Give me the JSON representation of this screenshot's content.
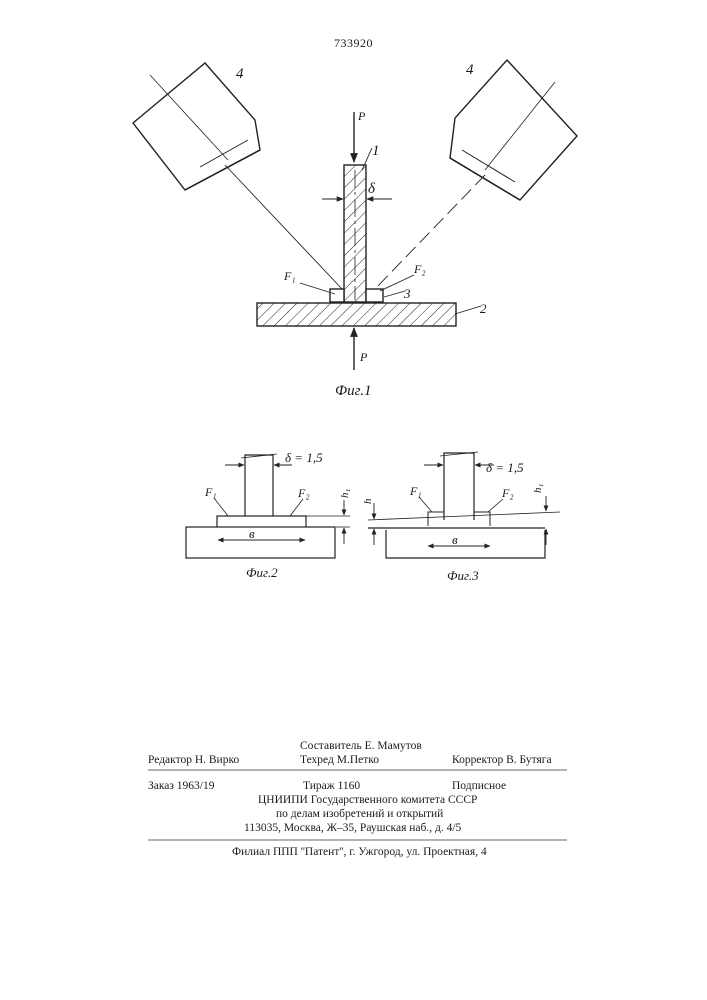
{
  "document": {
    "page_number": "733920"
  },
  "fig1": {
    "caption": "Фиг.1",
    "labels": {
      "camera_left": "4",
      "camera_right": "4",
      "force_top": "P",
      "force_bottom": "P",
      "rod": "1",
      "plate": "2",
      "weld": "3",
      "delta": "δ",
      "f1": "F₁",
      "f2": "F₂"
    }
  },
  "fig2": {
    "caption": "Фиг.2",
    "labels": {
      "delta": "δ = 1,5",
      "f1": "F₁",
      "f2": "F₂",
      "b": "в",
      "h": "h₁"
    }
  },
  "fig3": {
    "caption": "Фиг.3",
    "labels": {
      "delta": "δ = 1,5",
      "f1": "F₁",
      "f2": "F₂",
      "b": "в",
      "h_left": "h",
      "h_right": "h₁"
    }
  },
  "imprint": {
    "editor": "Редактор  Н. Вирко",
    "compiler": "Составитель  Е. Мамутов",
    "techred": "Техред  М.Петко",
    "corrector": "Корректор  В. Бутяга",
    "order": "Заказ  1963/19",
    "circulation": "Тираж  1160",
    "subscription": "Подписное",
    "org_line1": "ЦНИИПИ  Государственного  комитета  СССР",
    "org_line2": "по  делам  изобретений  и  открытий",
    "address": "113035,  Москва,  Ж–35,  Раушская  наб.,  д.  4/5",
    "branch": "Филиал  ППП  ''Патент'',  г.  Ужгород,  ул.  Проектная,  4"
  }
}
